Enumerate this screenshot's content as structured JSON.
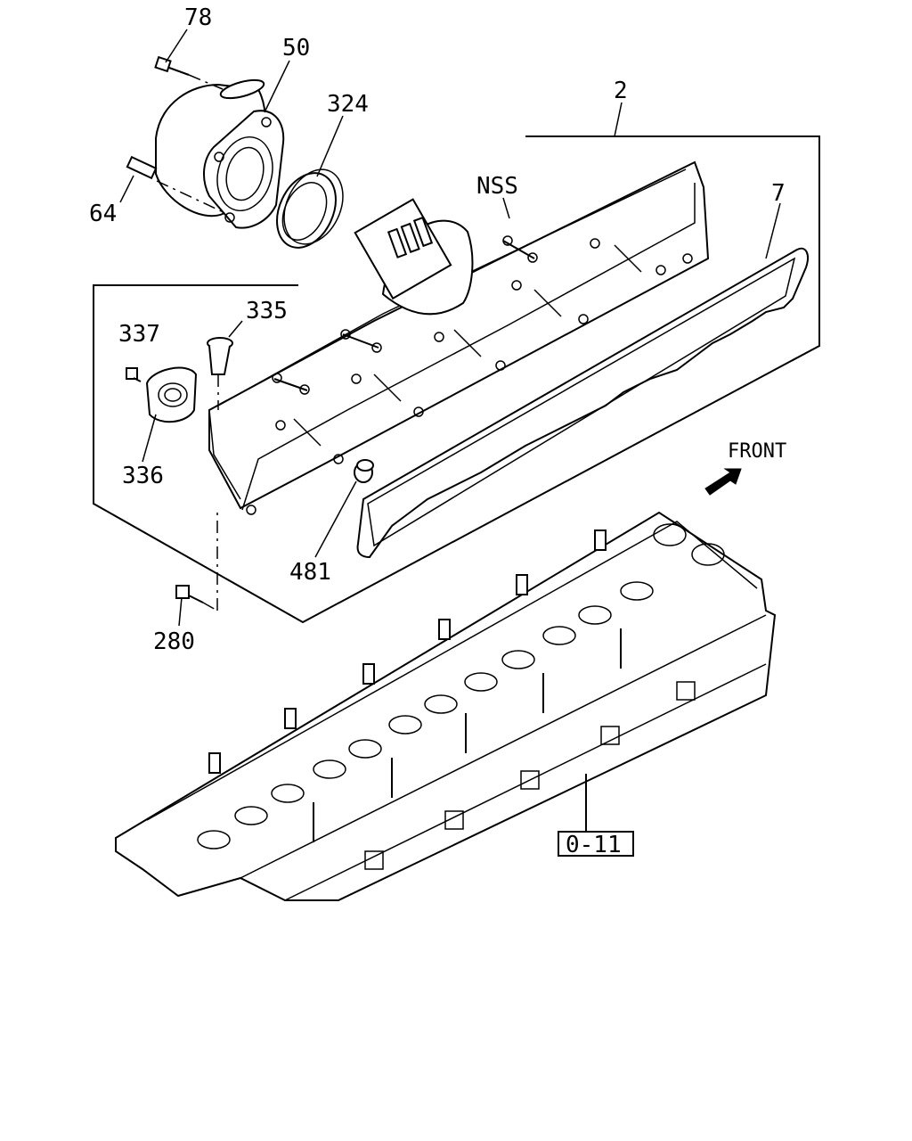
{
  "labels": {
    "p78": "78",
    "p50": "50",
    "p324": "324",
    "p2": "2",
    "pNSS": "NSS",
    "p7": "7",
    "p64": "64",
    "p335": "335",
    "p337": "337",
    "p336": "336",
    "p481": "481",
    "p280": "280",
    "front": "FRONT",
    "ref": "0-11"
  },
  "icons": {
    "front_arrow": "arrow-up-right-icon"
  }
}
